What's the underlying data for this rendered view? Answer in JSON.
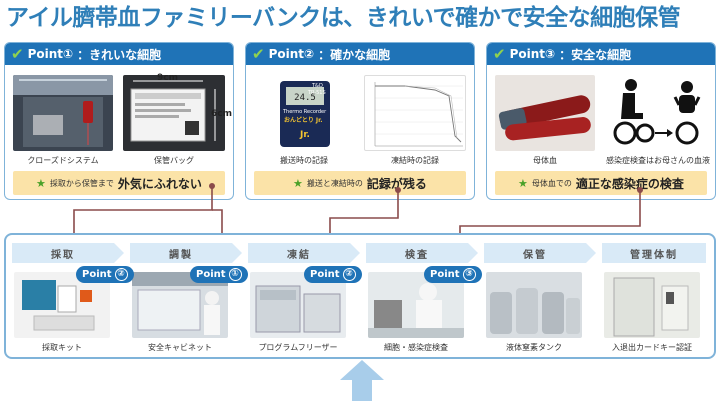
{
  "title": "アイル臍帯血ファミリーバンクは、きれいで確かで安全な細胞保管",
  "points": [
    {
      "label": "Point①",
      "heading": "：きれいな細胞",
      "photos": [
        {
          "caption": "クローズドシステム"
        },
        {
          "caption": "保管バッグ",
          "dim_width": "9cm",
          "dim_height": "6cm"
        }
      ],
      "banner_small": "採取から保管まで",
      "banner_big": "外気にふれない"
    },
    {
      "label": "Point②",
      "heading": "：確かな細胞",
      "photos": [
        {
          "caption": "搬送時の記録",
          "device_brand": "T&D",
          "device_model": "TR-51S",
          "device_name": "Thermo Recorder",
          "device_logo": "おんどとり Jr."
        },
        {
          "caption": "凍結時の記録"
        }
      ],
      "banner_small": "搬送と凍結時の",
      "banner_big": "記録が残る"
    },
    {
      "label": "Point③",
      "heading": "：安全な細胞",
      "photos": [
        {
          "caption": "母体血"
        },
        {
          "caption": "感染症検査はお母さんの血液"
        }
      ],
      "banner_small": "母体血での",
      "banner_big": "適正な感染症の検査"
    }
  ],
  "steps": [
    {
      "label": "採取",
      "photo_caption": "採取キット"
    },
    {
      "label": "調製",
      "photo_caption": "安全キャビネット"
    },
    {
      "label": "凍結",
      "photo_caption": "プログラムフリーザー"
    },
    {
      "label": "検査",
      "photo_caption": "細胞・感染症検査"
    },
    {
      "label": "保管",
      "photo_caption": "液体窒素タンク"
    },
    {
      "label": "管理体制",
      "photo_caption": "入退出カードキー認証"
    }
  ],
  "badges": [
    {
      "text": "Point",
      "num": "②"
    },
    {
      "text": "Point",
      "num": "①"
    },
    {
      "text": "Point",
      "num": "②"
    },
    {
      "text": "Point",
      "num": "③"
    }
  ],
  "colors": {
    "title": "#2f7fb8",
    "card_header": "#1f73b7",
    "banner": "#fbe3a8",
    "connector": "#8a4b4b",
    "step_bar": "#d9eaf7",
    "check": "#8fd14f"
  }
}
